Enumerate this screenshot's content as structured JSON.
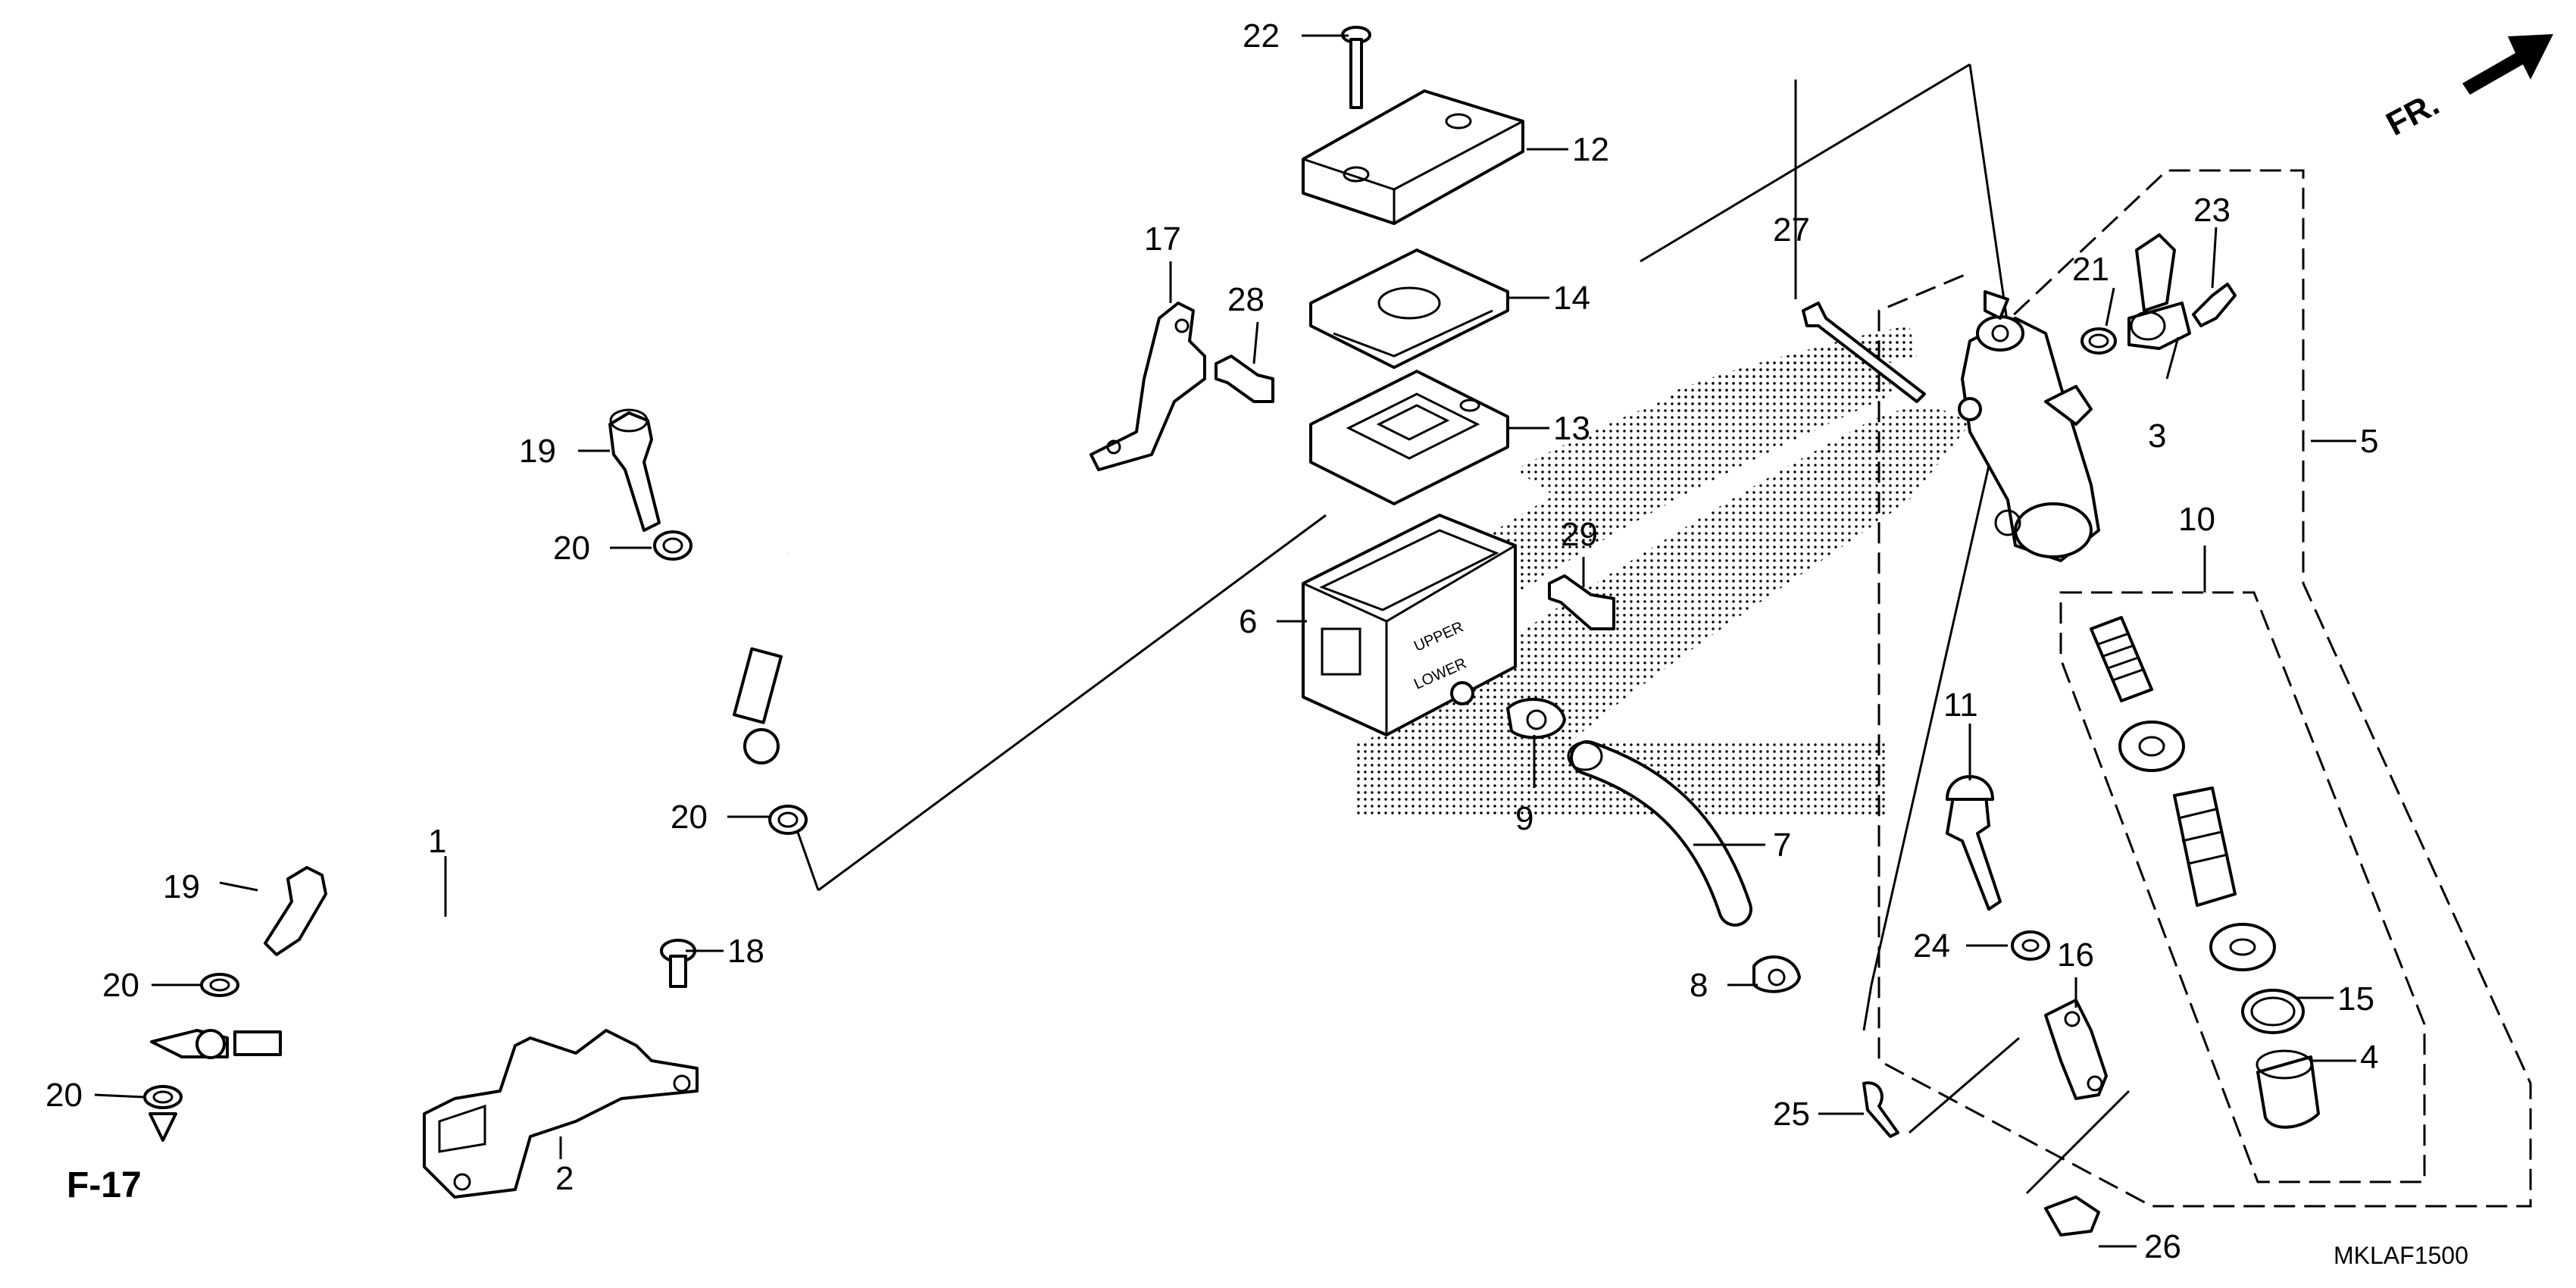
{
  "diagram": {
    "callouts": [
      {
        "id": "c1",
        "text": "1"
      },
      {
        "id": "c2",
        "text": "2"
      },
      {
        "id": "c3",
        "text": "3"
      },
      {
        "id": "c4",
        "text": "4"
      },
      {
        "id": "c5",
        "text": "5"
      },
      {
        "id": "c6",
        "text": "6"
      },
      {
        "id": "c7",
        "text": "7"
      },
      {
        "id": "c8",
        "text": "8"
      },
      {
        "id": "c9",
        "text": "9"
      },
      {
        "id": "c10",
        "text": "10"
      },
      {
        "id": "c11",
        "text": "11"
      },
      {
        "id": "c12",
        "text": "12"
      },
      {
        "id": "c13",
        "text": "13"
      },
      {
        "id": "c14",
        "text": "14"
      },
      {
        "id": "c15",
        "text": "15"
      },
      {
        "id": "c16",
        "text": "16"
      },
      {
        "id": "c17",
        "text": "17"
      },
      {
        "id": "c18",
        "text": "18"
      },
      {
        "id": "c19a",
        "text": "19"
      },
      {
        "id": "c19b",
        "text": "19"
      },
      {
        "id": "c20a",
        "text": "20"
      },
      {
        "id": "c20b",
        "text": "20"
      },
      {
        "id": "c20c",
        "text": "20"
      },
      {
        "id": "c20d",
        "text": "20"
      },
      {
        "id": "c21",
        "text": "21"
      },
      {
        "id": "c22",
        "text": "22"
      },
      {
        "id": "c23",
        "text": "23"
      },
      {
        "id": "c24",
        "text": "24"
      },
      {
        "id": "c25",
        "text": "25"
      },
      {
        "id": "c26",
        "text": "26"
      },
      {
        "id": "c27",
        "text": "27"
      },
      {
        "id": "c28",
        "text": "28"
      },
      {
        "id": "c29",
        "text": "29"
      }
    ],
    "front_label": "FR.",
    "ref_label": "F-17",
    "drawing_code": "MKLAF1500",
    "reservoir_marks": {
      "upper": "UPPER",
      "lower": "LOWER"
    }
  }
}
